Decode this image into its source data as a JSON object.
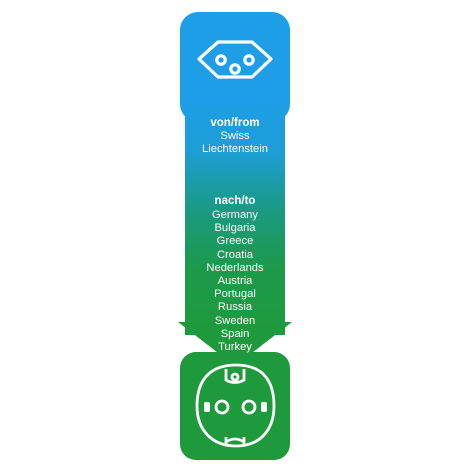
{
  "from": {
    "heading": "von/from",
    "countries": [
      "Swiss",
      "Liechtenstein"
    ]
  },
  "to": {
    "heading": "nach/to",
    "countries": [
      "Germany",
      "Bulgaria",
      "Greece",
      "Croatia",
      "Nederlands",
      "Austria",
      "Portugal",
      "Russia",
      "Sweden",
      "Spain",
      "Turkey"
    ]
  },
  "colors": {
    "top": "#1d9ee6",
    "bottom": "#1e9a3c",
    "symbol": "#ffffff"
  },
  "icons": {
    "source": "swiss-plug-type-j-icon",
    "target": "schuko-socket-type-f-icon"
  }
}
